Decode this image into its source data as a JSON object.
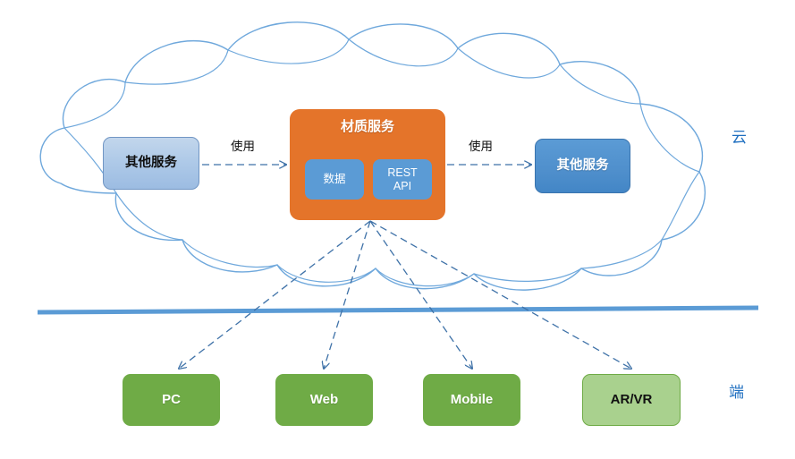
{
  "diagram": {
    "title_hidden": "",
    "zones": [
      {
        "id": "cloud",
        "label": "云",
        "color": "#1F6FC0"
      },
      {
        "id": "edge",
        "label": "端",
        "color": "#1F6FC0"
      }
    ],
    "cloud_shape": {
      "name": "cloud-outline",
      "stroke": "#6FA8DC"
    },
    "divider": {
      "name": "cloud-edge-divider-line",
      "color": "#5B9BD5"
    },
    "nodes": {
      "service_left": {
        "label": "其他服务",
        "fill": "#AFCAE8",
        "text_color": "#0F0F0F"
      },
      "service_right": {
        "label": "其他服务",
        "fill": "#4F8FCC",
        "text_color": "#FFFFFF"
      },
      "material_service": {
        "label": "材质服务",
        "fill": "#E4742A",
        "text_color": "#FFFFFF",
        "children": [
          {
            "id": "data",
            "label": "数据",
            "fill": "#5B9BD5",
            "text_color": "#FFFFFF"
          },
          {
            "id": "rest_api",
            "label": "REST\nAPI",
            "line1": "REST",
            "line2": "API",
            "fill": "#5B9BD5",
            "text_color": "#FFFFFF"
          }
        ]
      },
      "clients": [
        {
          "id": "pc",
          "label": "PC",
          "fill": "#6FAB46",
          "text_color": "#FFFFFF"
        },
        {
          "id": "web",
          "label": "Web",
          "fill": "#6FAB46",
          "text_color": "#FFFFFF"
        },
        {
          "id": "mobile",
          "label": "Mobile",
          "fill": "#6FAB46",
          "text_color": "#FFFFFF"
        },
        {
          "id": "arvr",
          "label": "AR/VR",
          "fill": "#A9D18E",
          "text_color": "#111111"
        }
      ]
    },
    "edges": [
      {
        "id": "left-use",
        "label": "使用",
        "from": "service_left",
        "to": "material_service",
        "style": "dashed"
      },
      {
        "id": "right-use",
        "label": "使用",
        "from": "material_service",
        "to": "service_right",
        "style": "dashed"
      },
      {
        "id": "to-pc",
        "label": "",
        "from": "material_service",
        "to": "pc",
        "style": "dashed"
      },
      {
        "id": "to-web",
        "label": "",
        "from": "material_service",
        "to": "web",
        "style": "dashed"
      },
      {
        "id": "to-mobile",
        "label": "",
        "from": "material_service",
        "to": "mobile",
        "style": "dashed"
      },
      {
        "id": "to-arvr",
        "label": "",
        "from": "material_service",
        "to": "arvr",
        "style": "dashed"
      }
    ]
  }
}
